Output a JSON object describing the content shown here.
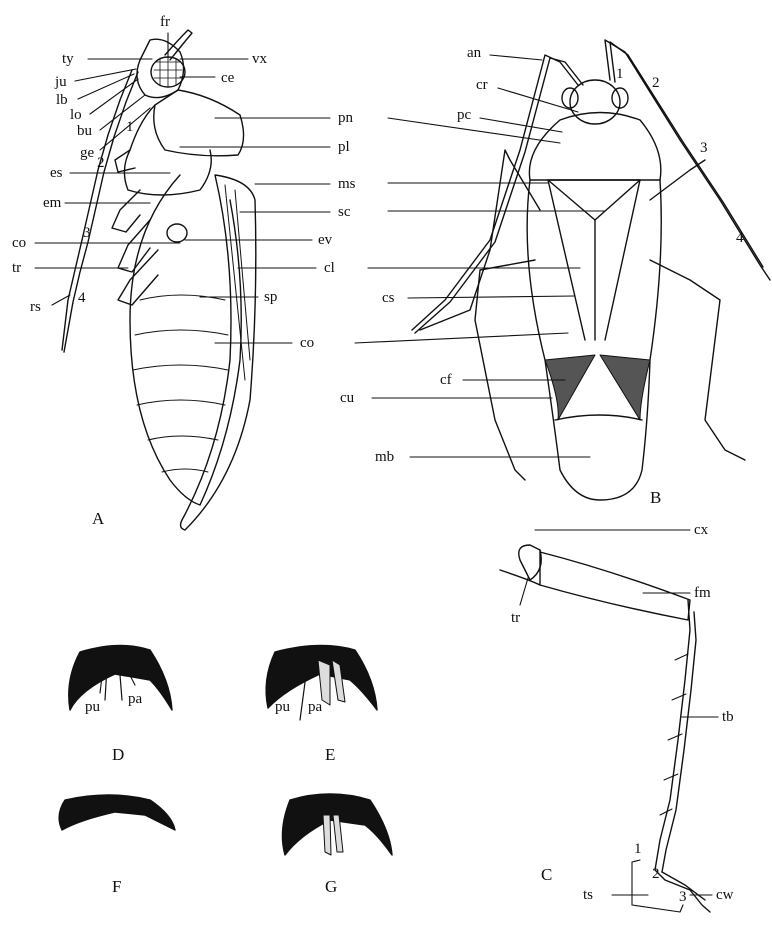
{
  "panels": {
    "A": "A",
    "B": "B",
    "C": "C",
    "D": "D",
    "E": "E",
    "F": "F",
    "G": "G"
  },
  "labels_A": {
    "fr": "fr",
    "ty": "ty",
    "vx": "vx",
    "ju": "ju",
    "ce": "ce",
    "lb": "lb",
    "lo": "lo",
    "bu": "bu",
    "pn": "pn",
    "ge": "ge",
    "pl": "pl",
    "es": "es",
    "ms": "ms",
    "em": "em",
    "sc": "sc",
    "co1": "co",
    "ev": "ev",
    "tr": "tr",
    "cl": "cl",
    "rs": "rs",
    "sp": "sp",
    "co2": "co"
  },
  "segments_A": {
    "s1": "1",
    "s2": "2",
    "s3": "3",
    "s4": "4"
  },
  "labels_B": {
    "an": "an",
    "cr": "cr",
    "pc": "pc",
    "cs": "cs",
    "cf": "cf",
    "cu": "cu",
    "mb": "mb"
  },
  "segments_B": {
    "s1": "1",
    "s2": "2",
    "s3": "3",
    "s4": "4"
  },
  "labels_C": {
    "cx": "cx",
    "tr": "tr",
    "fm": "fm",
    "tb": "tb",
    "ts": "ts",
    "cw": "cw"
  },
  "segments_C": {
    "s1": "1",
    "s2": "2",
    "s3": "3"
  },
  "labels_DE": {
    "pu_d": "pu",
    "pa_d": "pa",
    "pu_e": "pu",
    "pa_e": "pa"
  }
}
